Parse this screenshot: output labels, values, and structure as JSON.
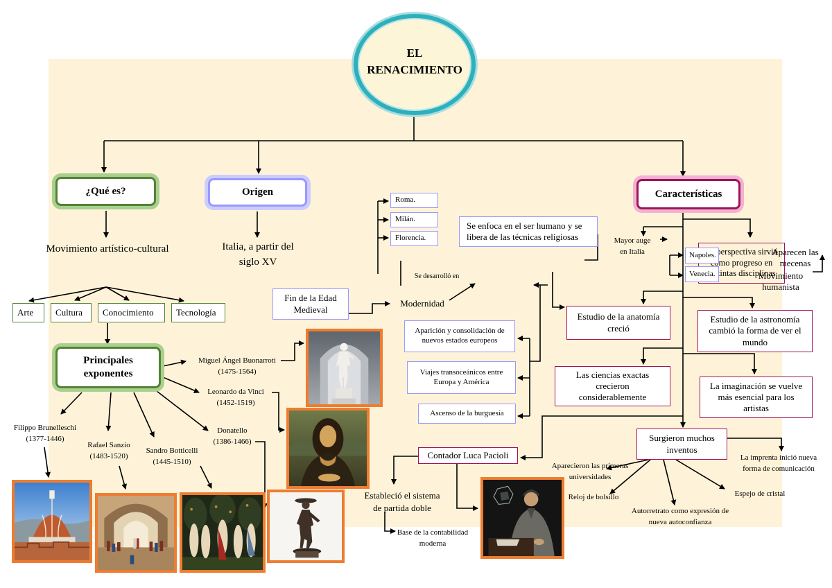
{
  "title": {
    "line1": "EL",
    "line2": "RENACIMIENTO"
  },
  "que_es": {
    "label": "¿Qué es?",
    "answer": "Movimiento artístico-cultural"
  },
  "areas": [
    "Arte",
    "Cultura",
    "Conocimiento",
    "Tecnología"
  ],
  "origen": {
    "label": "Origen",
    "answer": [
      "Italia, a partir del",
      "siglo XV"
    ]
  },
  "exponentes": {
    "label": [
      "Principales",
      "exponentes"
    ],
    "people": [
      {
        "name": "Miguel Ángel Buonarroti",
        "years": "(1475-1564)"
      },
      {
        "name": "Leonardo da Vinci",
        "years": "(1452-1519)"
      },
      {
        "name": "Donatello",
        "years": "(1386-1466)"
      },
      {
        "name": "Filippo Brunelleschi",
        "years": "(1377-1446)"
      },
      {
        "name": "Rafael Sanzio",
        "years": "(1483-1520)"
      },
      {
        "name": "Sandro Botticelli",
        "years": "(1445-1510)"
      }
    ]
  },
  "desarrollo": {
    "cities": [
      "Roma.",
      "Milán.",
      "Florencia."
    ],
    "label": "Se desarrolló en"
  },
  "transicion": {
    "from": [
      "Fin de la Edad",
      "Medieval"
    ],
    "to": "Modernidad"
  },
  "historico": {
    "estados": [
      "Aparición y consolidación de",
      "nuevos estados europeos"
    ],
    "viajes": [
      "Viajes transoceánicos entre",
      "Europa y América"
    ],
    "burguesia": "Ascenso de la burguesía"
  },
  "pacioli": {
    "label": "Contador Luca Pacioli",
    "achievement": [
      "Estableció el sistema",
      "de partida doble"
    ],
    "result": [
      "Base de la contabilidad",
      "moderna"
    ]
  },
  "caracteristicas": {
    "label": "Características",
    "enfoque": [
      "Se enfoca en el ser humano y se",
      "libera de las técnicas religiosas"
    ],
    "auge": {
      "label": [
        "Mayor auge",
        "en Italia"
      ],
      "cities": [
        "Napoles.",
        "Venecia."
      ]
    },
    "perspectiva": [
      "La perspectiva sirvió",
      "como progreso en",
      "distintas disciplinas"
    ],
    "mecenas": [
      "Aparecen las",
      "mecenas"
    ],
    "humanismo": [
      "Movimiento",
      "humanista"
    ],
    "anatomia": [
      "Estudio de la anatomía",
      "creció"
    ],
    "astronomia": [
      "Estudio de la astronomía",
      "cambió la forma de ver el",
      "mundo"
    ],
    "ciencias": [
      "Las ciencias exactas",
      "crecieron",
      "considerablemente"
    ],
    "imaginacion": [
      "La imaginación se vuelve",
      "más esencial para los",
      "artistas"
    ],
    "inventos": {
      "label": [
        "Surgieron muchos",
        "inventos"
      ],
      "imprenta": [
        "La imprenta inició nueva",
        "forma de comunicación"
      ],
      "universidades": [
        "Aparecieron las primeras",
        "universidades"
      ],
      "reloj": "Reloj de bolsillo",
      "espejo": "Espejo de cristal",
      "autorretrato": [
        "Autorretrato como expresión de",
        "nueva autoconfianza"
      ]
    }
  },
  "colors": {
    "panel": "#fef3d8",
    "green": "#548235",
    "green_glow": "#a9d08e",
    "purple": "#9999ff",
    "purple_glow": "#ccccff",
    "maroon": "#9e1459",
    "pink_glow": "#f3b2d2",
    "teal": "#2eb0bb",
    "orange": "#ed7d31"
  }
}
